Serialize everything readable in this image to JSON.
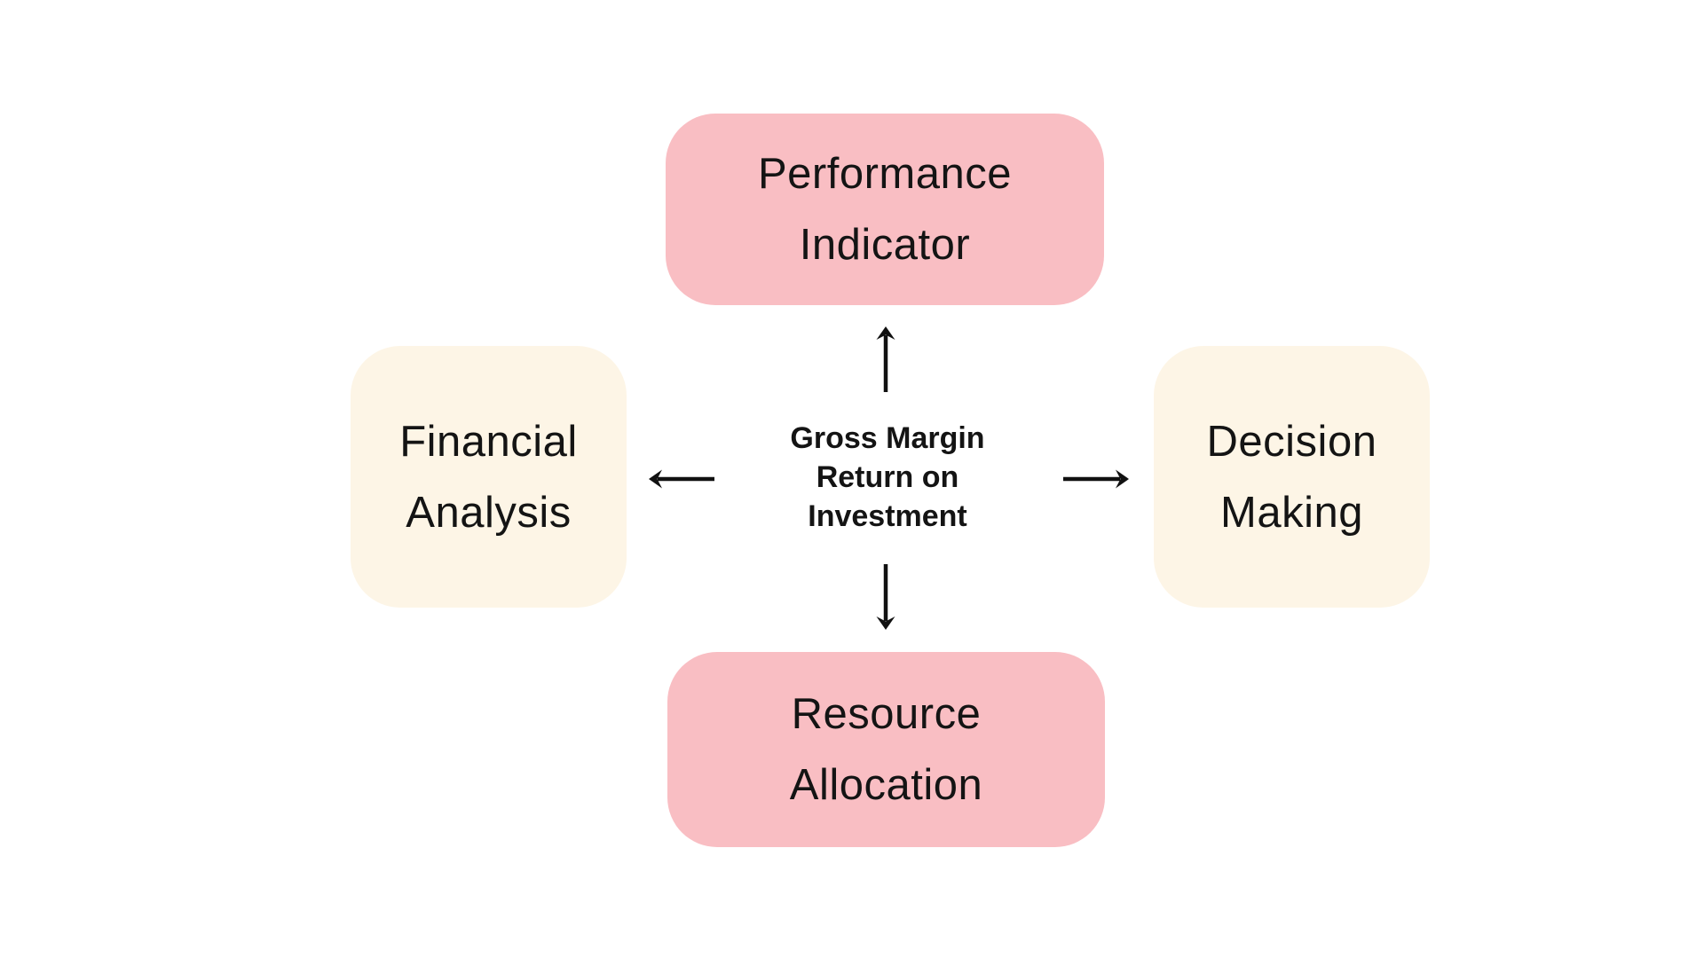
{
  "title": "Gross Margin Return on Investment diagram",
  "colors": {
    "pink": "#f9bec3",
    "cream": "#fdf5e6",
    "text": "#141414",
    "arrow": "#111111",
    "background": "#ffffff"
  },
  "center": {
    "line1": "Gross Margin",
    "line2": "Return on",
    "line3": "Investment"
  },
  "nodes": {
    "top": {
      "line1": "Performance",
      "line2": "Indicator",
      "color": "#f9bec3"
    },
    "bottom": {
      "line1": "Resource",
      "line2": "Allocation",
      "color": "#f9bec3"
    },
    "left": {
      "line1": "Financial",
      "line2": "Analysis",
      "color": "#fdf5e6"
    },
    "right": {
      "line1": "Decision",
      "line2": "Making",
      "color": "#fdf5e6"
    }
  },
  "arrows": {
    "up": "arrow pointing up to Performance Indicator",
    "down": "arrow pointing down to Resource Allocation",
    "left": "arrow pointing left to Financial Analysis",
    "right": "arrow pointing right to Decision Making"
  }
}
